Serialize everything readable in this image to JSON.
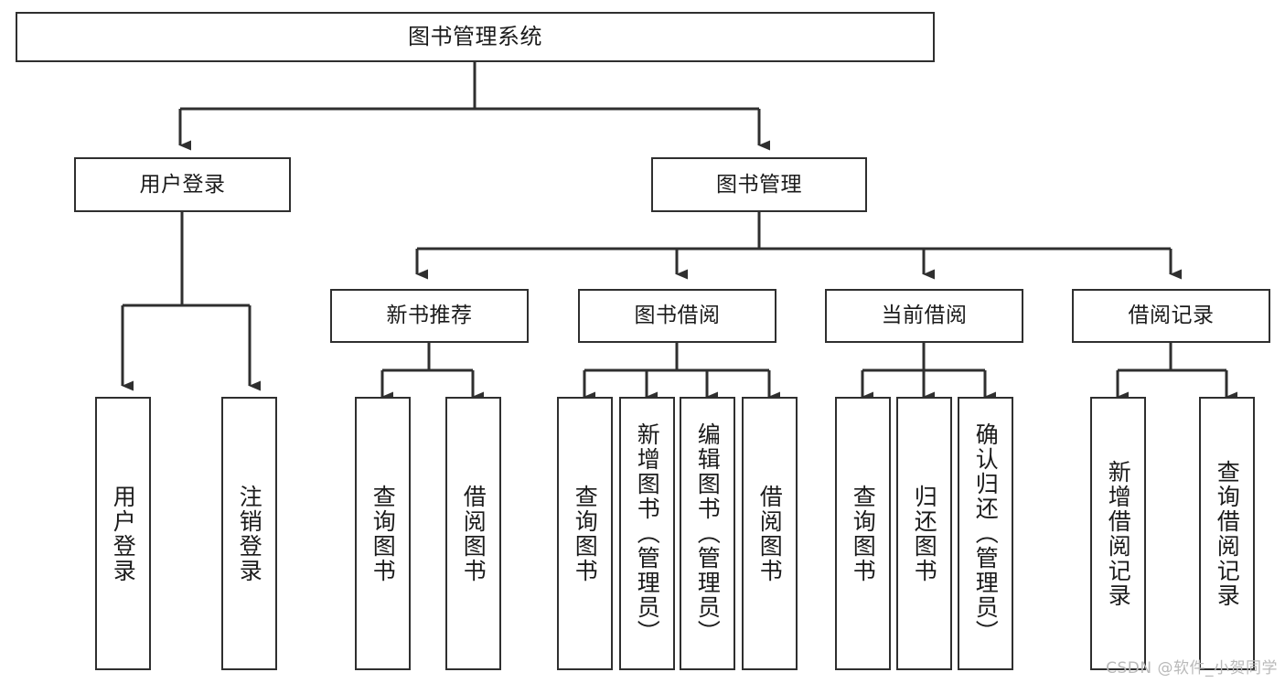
{
  "diagram": {
    "title": "图书管理系统",
    "type": "tree-hierarchy",
    "root": {
      "id": "root",
      "label": "图书管理系统"
    },
    "level2": [
      {
        "id": "user-login",
        "label": "用户登录"
      },
      {
        "id": "book-manage",
        "label": "图书管理"
      }
    ],
    "level3": [
      {
        "id": "new-book-rec",
        "label": "新书推荐"
      },
      {
        "id": "book-borrow",
        "label": "图书借阅"
      },
      {
        "id": "current-borrow",
        "label": "当前借阅"
      },
      {
        "id": "borrow-record",
        "label": "借阅记录"
      }
    ],
    "leaves": {
      "user_login": [
        {
          "id": "leaf-user-login",
          "label": "用户登录"
        },
        {
          "id": "leaf-logout",
          "label": "注销登录"
        }
      ],
      "new_book_rec": [
        {
          "id": "leaf-query-book-1",
          "label": "查询图书"
        },
        {
          "id": "leaf-borrow-book-1",
          "label": "借阅图书"
        }
      ],
      "book_borrow": [
        {
          "id": "leaf-query-book-2",
          "label": "查询图书"
        },
        {
          "id": "leaf-add-book",
          "label": "新增图书（管理员）"
        },
        {
          "id": "leaf-edit-book",
          "label": "编辑图书（管理员）"
        },
        {
          "id": "leaf-borrow-book-2",
          "label": "借阅图书"
        }
      ],
      "current_borrow": [
        {
          "id": "leaf-query-book-3",
          "label": "查询图书"
        },
        {
          "id": "leaf-return-book",
          "label": "归还图书"
        },
        {
          "id": "leaf-confirm-return",
          "label": "确认归还（管理员）"
        }
      ],
      "borrow_record": [
        {
          "id": "leaf-add-record",
          "label": "新增借阅记录"
        },
        {
          "id": "leaf-query-record",
          "label": "查询借阅记录"
        }
      ]
    }
  },
  "watermark": {
    "text": "CSDN @软件_小贺同学"
  },
  "colors": {
    "stroke": "#2f2f2f",
    "fill": "#ffffff",
    "text": "#1b1b1b",
    "watermark": "#b9b9b9"
  }
}
